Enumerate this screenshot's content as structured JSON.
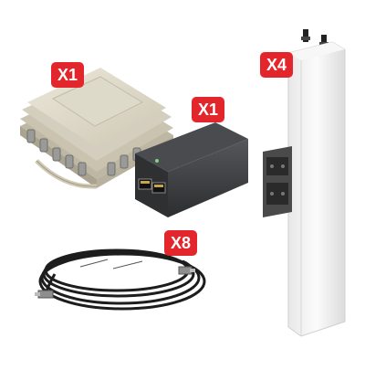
{
  "products": {
    "router": {
      "name": "outdoor-router-enclosure",
      "quantity_label": "X1"
    },
    "poe_injector": {
      "name": "poe-injector",
      "quantity_label": "X1"
    },
    "cable": {
      "name": "coaxial-cable",
      "quantity_label": "X8"
    },
    "antenna": {
      "name": "panel-antenna",
      "quantity_label": "X4"
    }
  },
  "colors": {
    "badge_red": "#e3262b",
    "enclosure_beige": "#d8d3c3",
    "injector_black": "#3a3b3d",
    "antenna_white": "#f3f3f3",
    "cable_black": "#1d1d1d"
  }
}
